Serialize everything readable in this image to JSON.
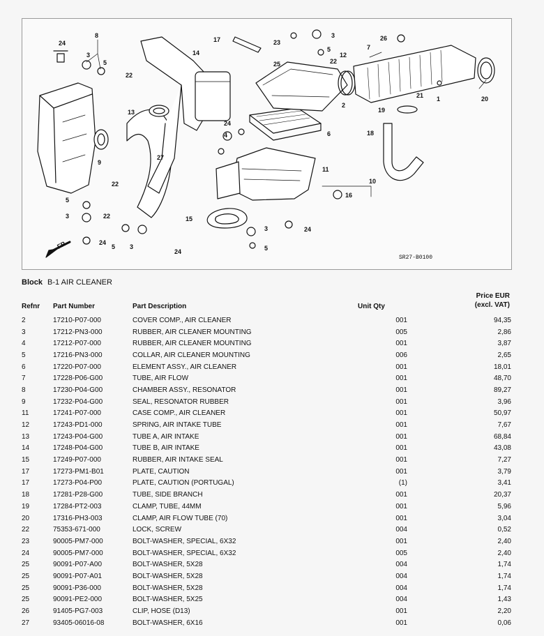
{
  "diagram": {
    "code": "SR27-B0100",
    "direction_label": "FR-",
    "callouts": [
      "24",
      "8",
      "3",
      "5",
      "22",
      "14",
      "17",
      "23",
      "3",
      "5",
      "12",
      "7",
      "26",
      "25",
      "22",
      "21",
      "1",
      "20",
      "2",
      "13",
      "19",
      "24",
      "6",
      "4",
      "18",
      "27",
      "11",
      "10",
      "22",
      "9",
      "5",
      "3",
      "16",
      "15",
      "3",
      "22",
      "24",
      "5",
      "3",
      "24",
      "5"
    ]
  },
  "block": {
    "label": "Block",
    "value": "B-1 AIR CLEANER"
  },
  "columns": {
    "refnr": "Refnr",
    "part_number": "Part Number",
    "description": "Part Description",
    "unit_qty": "Unit Qty",
    "price_line1": "Price EUR",
    "price_line2": "(excl. VAT)"
  },
  "rows": [
    {
      "ref": "2",
      "part": "17210-P07-000",
      "desc": "COVER COMP., AIR CLEANER",
      "qty": "001",
      "price": "94,35"
    },
    {
      "ref": "3",
      "part": "17212-PN3-000",
      "desc": "RUBBER, AIR CLEANER MOUNTING",
      "qty": "005",
      "price": "2,86"
    },
    {
      "ref": "4",
      "part": "17212-P07-000",
      "desc": "RUBBER, AIR CLEANER MOUNTING",
      "qty": "001",
      "price": "3,87"
    },
    {
      "ref": "5",
      "part": "17216-PN3-000",
      "desc": "COLLAR, AIR CLEANER MOUNTING",
      "qty": "006",
      "price": "2,65"
    },
    {
      "ref": "6",
      "part": "17220-P07-000",
      "desc": "ELEMENT ASSY., AIR CLEANER",
      "qty": "001",
      "price": "18,01"
    },
    {
      "ref": "7",
      "part": "17228-P06-G00",
      "desc": "TUBE, AIR FLOW",
      "qty": "001",
      "price": "48,70"
    },
    {
      "ref": "8",
      "part": "17230-P04-G00",
      "desc": "CHAMBER ASSY., RESONATOR",
      "qty": "001",
      "price": "89,27"
    },
    {
      "ref": "9",
      "part": "17232-P04-G00",
      "desc": "SEAL, RESONATOR RUBBER",
      "qty": "001",
      "price": "3,96"
    },
    {
      "ref": "11",
      "part": "17241-P07-000",
      "desc": "CASE COMP., AIR CLEANER",
      "qty": "001",
      "price": "50,97"
    },
    {
      "ref": "12",
      "part": "17243-PD1-000",
      "desc": "SPRING, AIR INTAKE TUBE",
      "qty": "001",
      "price": "7,67"
    },
    {
      "ref": "13",
      "part": "17243-P04-G00",
      "desc": "TUBE A, AIR INTAKE",
      "qty": "001",
      "price": "68,84"
    },
    {
      "ref": "14",
      "part": "17248-P04-G00",
      "desc": "TUBE B, AIR INTAKE",
      "qty": "001",
      "price": "43,08"
    },
    {
      "ref": "15",
      "part": "17249-P07-000",
      "desc": "RUBBER, AIR INTAKE SEAL",
      "qty": "001",
      "price": "7,27"
    },
    {
      "ref": "17",
      "part": "17273-PM1-B01",
      "desc": "PLATE, CAUTION",
      "qty": "001",
      "price": "3,79"
    },
    {
      "ref": "17",
      "part": "17273-P04-P00",
      "desc": "PLATE, CAUTION (PORTUGAL)",
      "qty": "(1)",
      "price": "3,41"
    },
    {
      "ref": "18",
      "part": "17281-P28-G00",
      "desc": "TUBE, SIDE BRANCH",
      "qty": "001",
      "price": "20,37"
    },
    {
      "ref": "19",
      "part": "17284-PT2-003",
      "desc": "CLAMP, TUBE, 44MM",
      "qty": "001",
      "price": "5,96"
    },
    {
      "ref": "20",
      "part": "17316-PH3-003",
      "desc": "CLAMP, AIR FLOW TUBE (70)",
      "qty": "001",
      "price": "3,04"
    },
    {
      "ref": "22",
      "part": "75353-671-000",
      "desc": "LOCK, SCREW",
      "qty": "004",
      "price": "0,52"
    },
    {
      "ref": "23",
      "part": "90005-PM7-000",
      "desc": "BOLT-WASHER, SPECIAL, 6X32",
      "qty": "001",
      "price": "2,40"
    },
    {
      "ref": "24",
      "part": "90005-PM7-000",
      "desc": "BOLT-WASHER, SPECIAL, 6X32",
      "qty": "005",
      "price": "2,40"
    },
    {
      "ref": "25",
      "part": "90091-P07-A00",
      "desc": "BOLT-WASHER, 5X28",
      "qty": "004",
      "price": "1,74"
    },
    {
      "ref": "25",
      "part": "90091-P07-A01",
      "desc": "BOLT-WASHER, 5X28",
      "qty": "004",
      "price": "1,74"
    },
    {
      "ref": "25",
      "part": "90091-P36-000",
      "desc": "BOLT-WASHER, 5X28",
      "qty": "004",
      "price": "1,74"
    },
    {
      "ref": "25",
      "part": "90091-PE2-000",
      "desc": "BOLT-WASHER, 5X25",
      "qty": "004",
      "price": "1,43"
    },
    {
      "ref": "26",
      "part": "91405-PG7-003",
      "desc": "CLIP, HOSE (D13)",
      "qty": "001",
      "price": "2,20"
    },
    {
      "ref": "27",
      "part": "93405-06016-08",
      "desc": "BOLT-WASHER, 6X16",
      "qty": "001",
      "price": "0,06"
    }
  ]
}
